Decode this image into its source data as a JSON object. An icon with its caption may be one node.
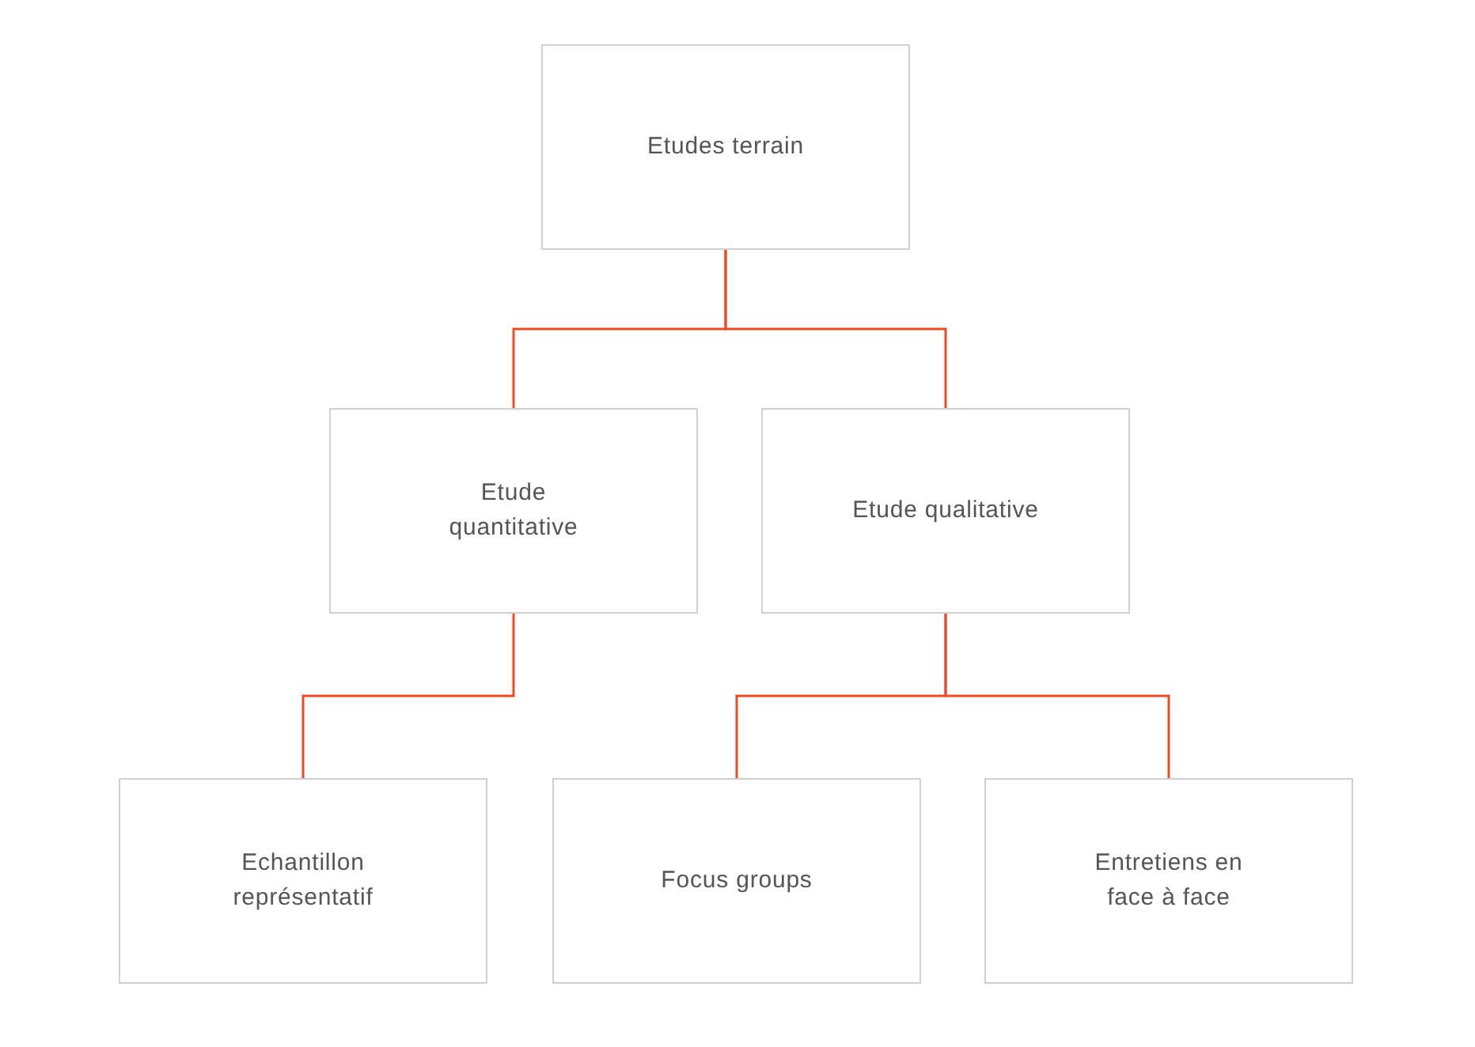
{
  "diagram": {
    "nodes": [
      {
        "text": [
          "Etudes terrain"
        ]
      },
      {
        "text": [
          "Etude quantitative"
        ]
      },
      {
        "text": [
          "Etude qualitative"
        ]
      },
      {
        "text": [
          "Echantillon représentatif"
        ]
      },
      {
        "text": [
          "Focus groups"
        ]
      },
      {
        "text": [
          "Entretiens en face à face"
        ]
      }
    ],
    "edges": [
      {
        "from": 0,
        "to": 1,
        "arrow": "none"
      },
      {
        "from": 0,
        "to": 2,
        "arrow": "none"
      },
      {
        "from": 1,
        "to": 3,
        "arrow": "none"
      },
      {
        "from": 2,
        "to": 4,
        "arrow": "none"
      },
      {
        "from": 2,
        "to": 5,
        "arrow": "none"
      }
    ]
  }
}
